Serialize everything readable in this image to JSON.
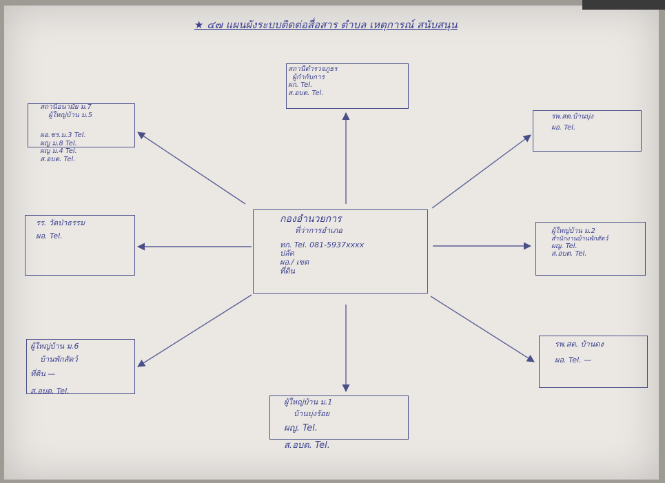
{
  "title": "★ ๔๗ แผนผังระบบติดต่อสื่อสาร ตำบล เหตุการณ์ สนับสนุน",
  "center": {
    "lines": [
      "กองอำนวยการ",
      "ที่ว่าการอำเภอ",
      "ทก.  Tel. 081-5937xxxx",
      "ปลัด",
      "ผอ./ เขต",
      "ที่ดิน"
    ]
  },
  "boxes": {
    "top": [
      "สถานีตำรวจภูธร",
      "ผู้กำกับการ",
      "ผก.  Tel.",
      "ส.อบต. Tel."
    ],
    "top_left": [
      "สถานีอนามัย ม.7",
      "ผู้ใหญ่บ้าน ม.5",
      "ผอ.ชร.ม.3 Tel.",
      "ผญ ม.8  Tel.",
      "ผญ ม.4  Tel.",
      "ส.อบต.  Tel."
    ],
    "left": [
      "รร. วัดป่าธรรม",
      "ผอ. Tel."
    ],
    "bottom_left": [
      "ผู้ใหญ่บ้าน ม.6",
      "บ้านพักสัตว์",
      "ที่ดิน  —",
      "ส.อบต. Tel."
    ],
    "bottom": [
      "ผู้ใหญ่บ้าน ม.1",
      "บ้านบุ่งร้อย",
      "ผญ.  Tel.",
      "ส.อบต. Tel."
    ],
    "top_right": [
      "รพ.สต.บ้านบุ่ง",
      "ผอ. Tel."
    ],
    "right": [
      "ผู้ใหญ่บ้าน ม.2",
      "สำนักงานบ้านพักสัตว์",
      "ผญ.  Tel.",
      "ส.อบต. Tel."
    ],
    "bottom_right": [
      "รพ.สต. บ้านดง",
      "ผอ. Tel.  —"
    ]
  }
}
